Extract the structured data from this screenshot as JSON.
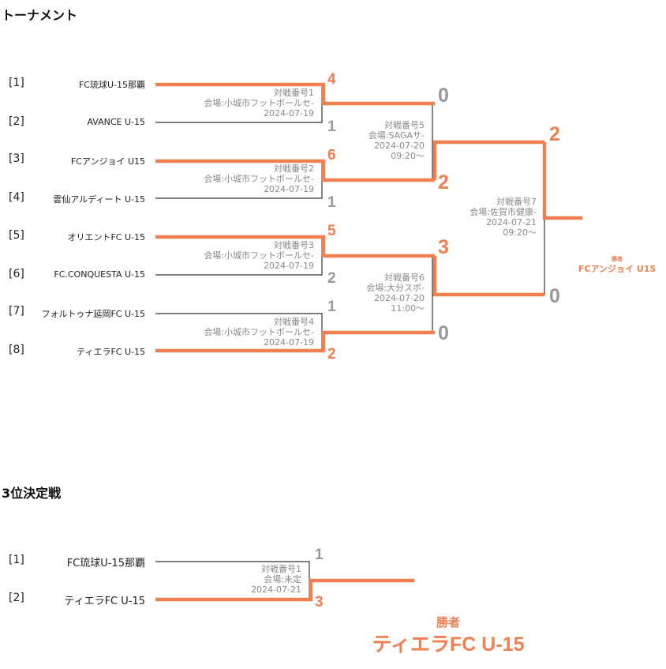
{
  "main": {
    "title": "トーナメント",
    "teams": [
      {
        "seed": "[1]",
        "name": "FC琉球U-15那覇"
      },
      {
        "seed": "[2]",
        "name": "AVANCE U-15"
      },
      {
        "seed": "[3]",
        "name": "FCアンジョイ U15"
      },
      {
        "seed": "[4]",
        "name": "雲仙アルディート U-15"
      },
      {
        "seed": "[5]",
        "name": "オリエントFC U-15"
      },
      {
        "seed": "[6]",
        "name": "FC.CONQUESTA U-15"
      },
      {
        "seed": "[7]",
        "name": "フォルトゥナ延岡FC U-15"
      },
      {
        "seed": "[8]",
        "name": "ティエラFC U-15"
      }
    ],
    "round1": [
      {
        "match": "対戦番号1",
        "venue": "会場:小城市フットボールセ-",
        "date": "2024-07-19",
        "top_score": "4",
        "bottom_score": "1"
      },
      {
        "match": "対戦番号2",
        "venue": "会場:小城市フットボールセ-",
        "date": "2024-07-19",
        "top_score": "6",
        "bottom_score": "1"
      },
      {
        "match": "対戦番号3",
        "venue": "会場:小城市フットボールセ-",
        "date": "2024-07-19",
        "top_score": "5",
        "bottom_score": "2"
      },
      {
        "match": "対戦番号4",
        "venue": "会場:小城市フットボールセ-",
        "date": "2024-07-19",
        "top_score": "1",
        "bottom_score": "2"
      }
    ],
    "round2": [
      {
        "match": "対戦番号5",
        "venue": "会場:SAGAサ-",
        "date": "2024-07-20",
        "time": "09:20～",
        "top_score": "0",
        "bottom_score": "2"
      },
      {
        "match": "対戦番号6",
        "venue": "会場:大分スポ-",
        "date": "2024-07-20",
        "time": "11:00～",
        "top_score": "3",
        "bottom_score": "0"
      }
    ],
    "final": {
      "match": "対戦番号7",
      "venue": "会場:佐賀市健康-",
      "date": "2024-07-21",
      "time": "09:20～",
      "top_score": "2",
      "bottom_score": "0"
    },
    "winner_label": "勝者",
    "winner_name": "FCアンジョイ U15"
  },
  "third_place": {
    "title": "3位決定戦",
    "teams": [
      {
        "seed": "[1]",
        "name": "FC琉球U-15那覇"
      },
      {
        "seed": "[2]",
        "name": "ティエラFC U-15"
      }
    ],
    "match": {
      "match": "対戦番号1",
      "venue": "会場:未定",
      "date": "2024-07-21",
      "top_score": "1",
      "bottom_score": "3"
    },
    "winner_label": "勝者",
    "winner_name": "ティエラFC U-15"
  },
  "colors": {
    "win": "#f07f52",
    "line": "#333333",
    "muted": "#8a8a8a"
  }
}
